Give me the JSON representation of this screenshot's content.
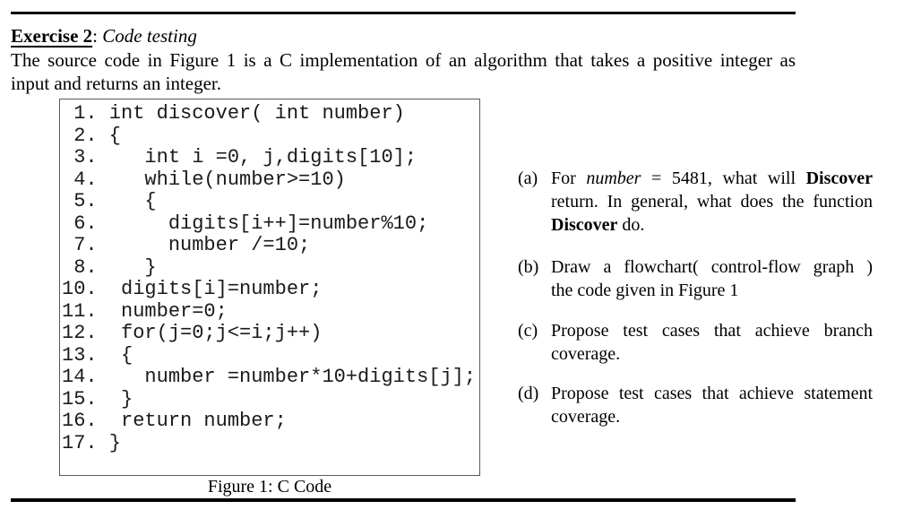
{
  "colors": {
    "text": "#000000",
    "rule": "#000000",
    "code_box_border": "#5a5a5a",
    "background": "#ffffff"
  },
  "header": {
    "segments": [
      {
        "t": "Exercise 2",
        "style": "bold-underline"
      },
      {
        "t": ": "
      },
      {
        "t": "Code testing",
        "style": "italic"
      }
    ]
  },
  "intro": {
    "lines": [
      {
        "text": "The source code in Figure 1 is a C implementation of an algorithm that takes a positive integer as",
        "justify": true
      },
      {
        "text": "input and returns an integer.",
        "justify": false
      }
    ]
  },
  "figure": {
    "code_lines": [
      " 1. int discover( int number)",
      " 2. {",
      " 3.    int i =0, j,digits[10];",
      " 4.    while(number>=10)",
      " 5.    {",
      " 6.      digits[i++]=number%10;",
      " 7.      number /=10;",
      " 8.    }",
      "10.  digits[i]=number;",
      "11.  number=0;",
      "12.  for(j=0;j<=i;j++)",
      "13.  {",
      "14.    number =number*10+digits[j];",
      "15.  }",
      "16.  return number;",
      "17. }"
    ],
    "caption": "Figure 1: C Code"
  },
  "questions": [
    {
      "label": "(a)",
      "lines": [
        {
          "justify": true,
          "segments": [
            {
              "t": "For "
            },
            {
              "t": "number",
              "style": "italic"
            },
            {
              "t": " = 5481, what will "
            },
            {
              "t": "Discover",
              "style": "bold"
            }
          ]
        },
        {
          "justify": true,
          "segments": [
            {
              "t": "return. In general, what does the function"
            }
          ]
        },
        {
          "justify": false,
          "segments": [
            {
              "t": "Discover",
              "style": "bold"
            },
            {
              "t": " do."
            }
          ]
        }
      ]
    },
    {
      "label": "(b)",
      "lines": [
        {
          "justify": true,
          "segments": [
            {
              "t": "Draw a flowchart( control-flow graph )"
            }
          ]
        },
        {
          "justify": false,
          "segments": [
            {
              "t": "the code given in Figure 1"
            }
          ]
        }
      ]
    },
    {
      "label": "(c)",
      "lines": [
        {
          "justify": true,
          "segments": [
            {
              "t": "Propose test cases that achieve branch"
            }
          ]
        },
        {
          "justify": false,
          "segments": [
            {
              "t": "coverage."
            }
          ]
        }
      ]
    },
    {
      "label": "(d)",
      "lines": [
        {
          "justify": true,
          "segments": [
            {
              "t": "Propose test cases that achieve statement"
            }
          ]
        },
        {
          "justify": false,
          "segments": [
            {
              "t": "coverage."
            }
          ]
        }
      ]
    }
  ]
}
